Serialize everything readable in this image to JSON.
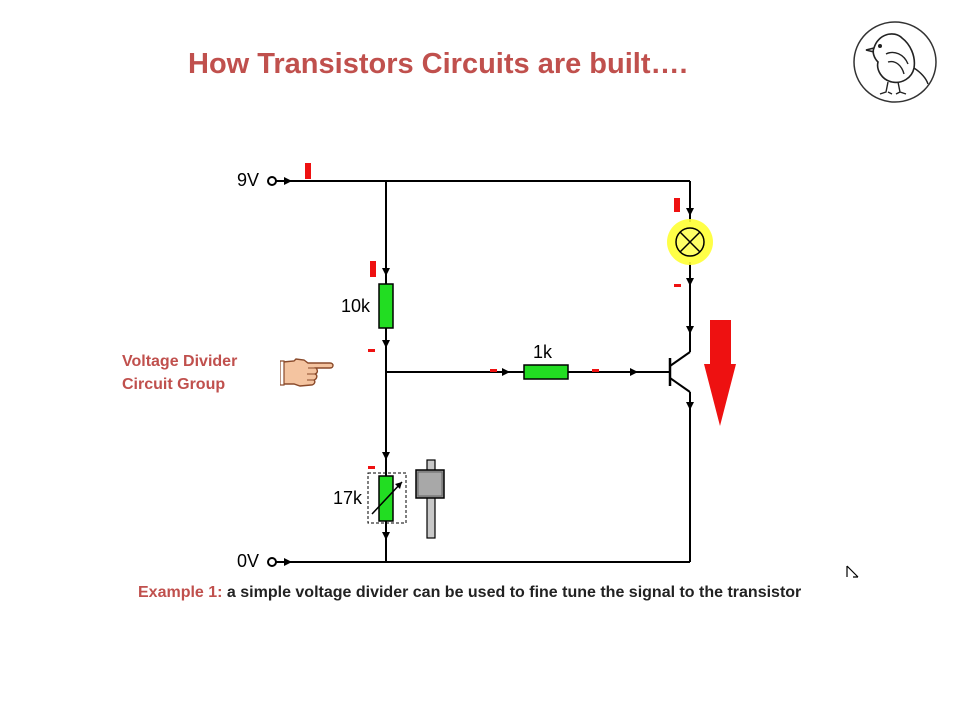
{
  "title": "How Transistors Circuits are built….",
  "labels": {
    "supply": "9V",
    "ground": "0V",
    "r_top": "10k",
    "r_base": "1k",
    "r_var": "17k"
  },
  "side_label": {
    "line1": "Voltage Divider",
    "line2": "Circuit Group"
  },
  "caption": {
    "example": "Example 1:",
    "text": " a simple voltage divider can be used to fine tune the signal to the transistor"
  },
  "colors": {
    "accent": "#c0504d",
    "resistor": "#22dd22",
    "arrow": "#ee1111",
    "lamp_glow": "#ffff33"
  },
  "icons": [
    "logo-bird-icon",
    "pointing-hand-icon",
    "cursor-icon"
  ]
}
